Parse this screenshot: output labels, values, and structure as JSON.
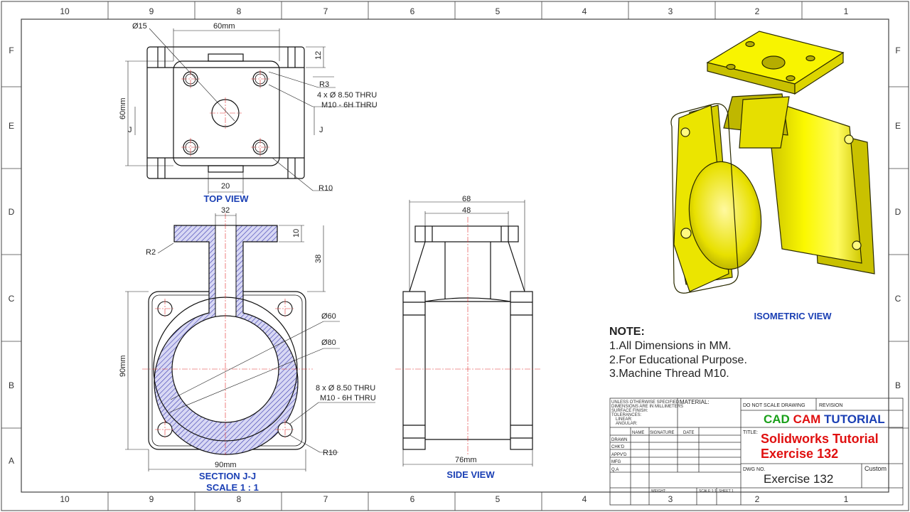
{
  "border": {
    "top_numbers": [
      "10",
      "9",
      "8",
      "7",
      "6",
      "5",
      "4",
      "3",
      "2",
      "1"
    ],
    "bottom_numbers": [
      "10",
      "9",
      "8",
      "7",
      "6",
      "5",
      "4",
      "3",
      "2",
      "1"
    ],
    "side_letters": [
      "F",
      "E",
      "D",
      "C",
      "B",
      "A"
    ]
  },
  "views": {
    "top": {
      "title": "TOP VIEW",
      "dims": {
        "phi15": "Ø15",
        "w60": "60mm",
        "h12": "12",
        "r3": "R3",
        "holes": "4 x Ø 8.50 THRU",
        "thread": "M10 - 6H THRU",
        "h60": "60mm",
        "w20": "20",
        "r10": "R10",
        "cut_left": "J",
        "cut_right": "J"
      }
    },
    "section": {
      "title": "SECTION J-J",
      "scale": "SCALE 1 : 1",
      "dims": {
        "w32": "32",
        "h10": "10",
        "h38": "38",
        "r2": "R2",
        "phi60": "Ø60",
        "phi80": "Ø80",
        "holes": "8 x Ø 8.50 THRU",
        "thread": "M10 - 6H THRU",
        "h90": "90mm",
        "w90": "90mm",
        "r10": "R10"
      }
    },
    "side": {
      "title": "SIDE VIEW",
      "dims": {
        "w68": "68",
        "w48": "48",
        "w76": "76mm"
      }
    },
    "isometric": {
      "title": "ISOMETRIC VIEW"
    }
  },
  "notes": {
    "heading": "NOTE:",
    "items": [
      "1.All Dimensions in MM.",
      "2.For Educational Purpose.",
      "3.Machine Thread M10."
    ]
  },
  "title_block": {
    "unless": [
      "UNLESS OTHERWISE SPECIFIED:",
      "DIMENSIONS ARE IN MILLIMETERS",
      "SURFACE FINISH:",
      "TOLERANCES:",
      "LINEAR:",
      "ANGULAR:"
    ],
    "material": "MATERIAL:",
    "do_not_scale": "DO NOT SCALE DRAWING",
    "revision": "REVISION",
    "company": {
      "part1": "CAD",
      "part2": "CAM",
      "part3": "TUTORIAL"
    },
    "col_name": "NAME",
    "col_signature": "SIGNATURE",
    "col_date": "DATE",
    "rows": [
      "DRAWN",
      "CHK'D",
      "APPV'D",
      "MFG",
      "Q.A"
    ],
    "title_label": "TITLE:",
    "title_line1": "Solidworks Tutorial",
    "title_line2": "Exercise 132",
    "dwg_label": "DWG NO.",
    "dwg_no": "Exercise 132",
    "custom": "Custom",
    "weight": "WEIGHT:",
    "scale": "SCALE:1:1",
    "sheet": "SHEET 1"
  },
  "colors": {
    "accent_blue": "#1a3fb4",
    "company_green": "#1aa01a",
    "company_red": "#e01010",
    "model_yellow": "#f2ee00"
  }
}
